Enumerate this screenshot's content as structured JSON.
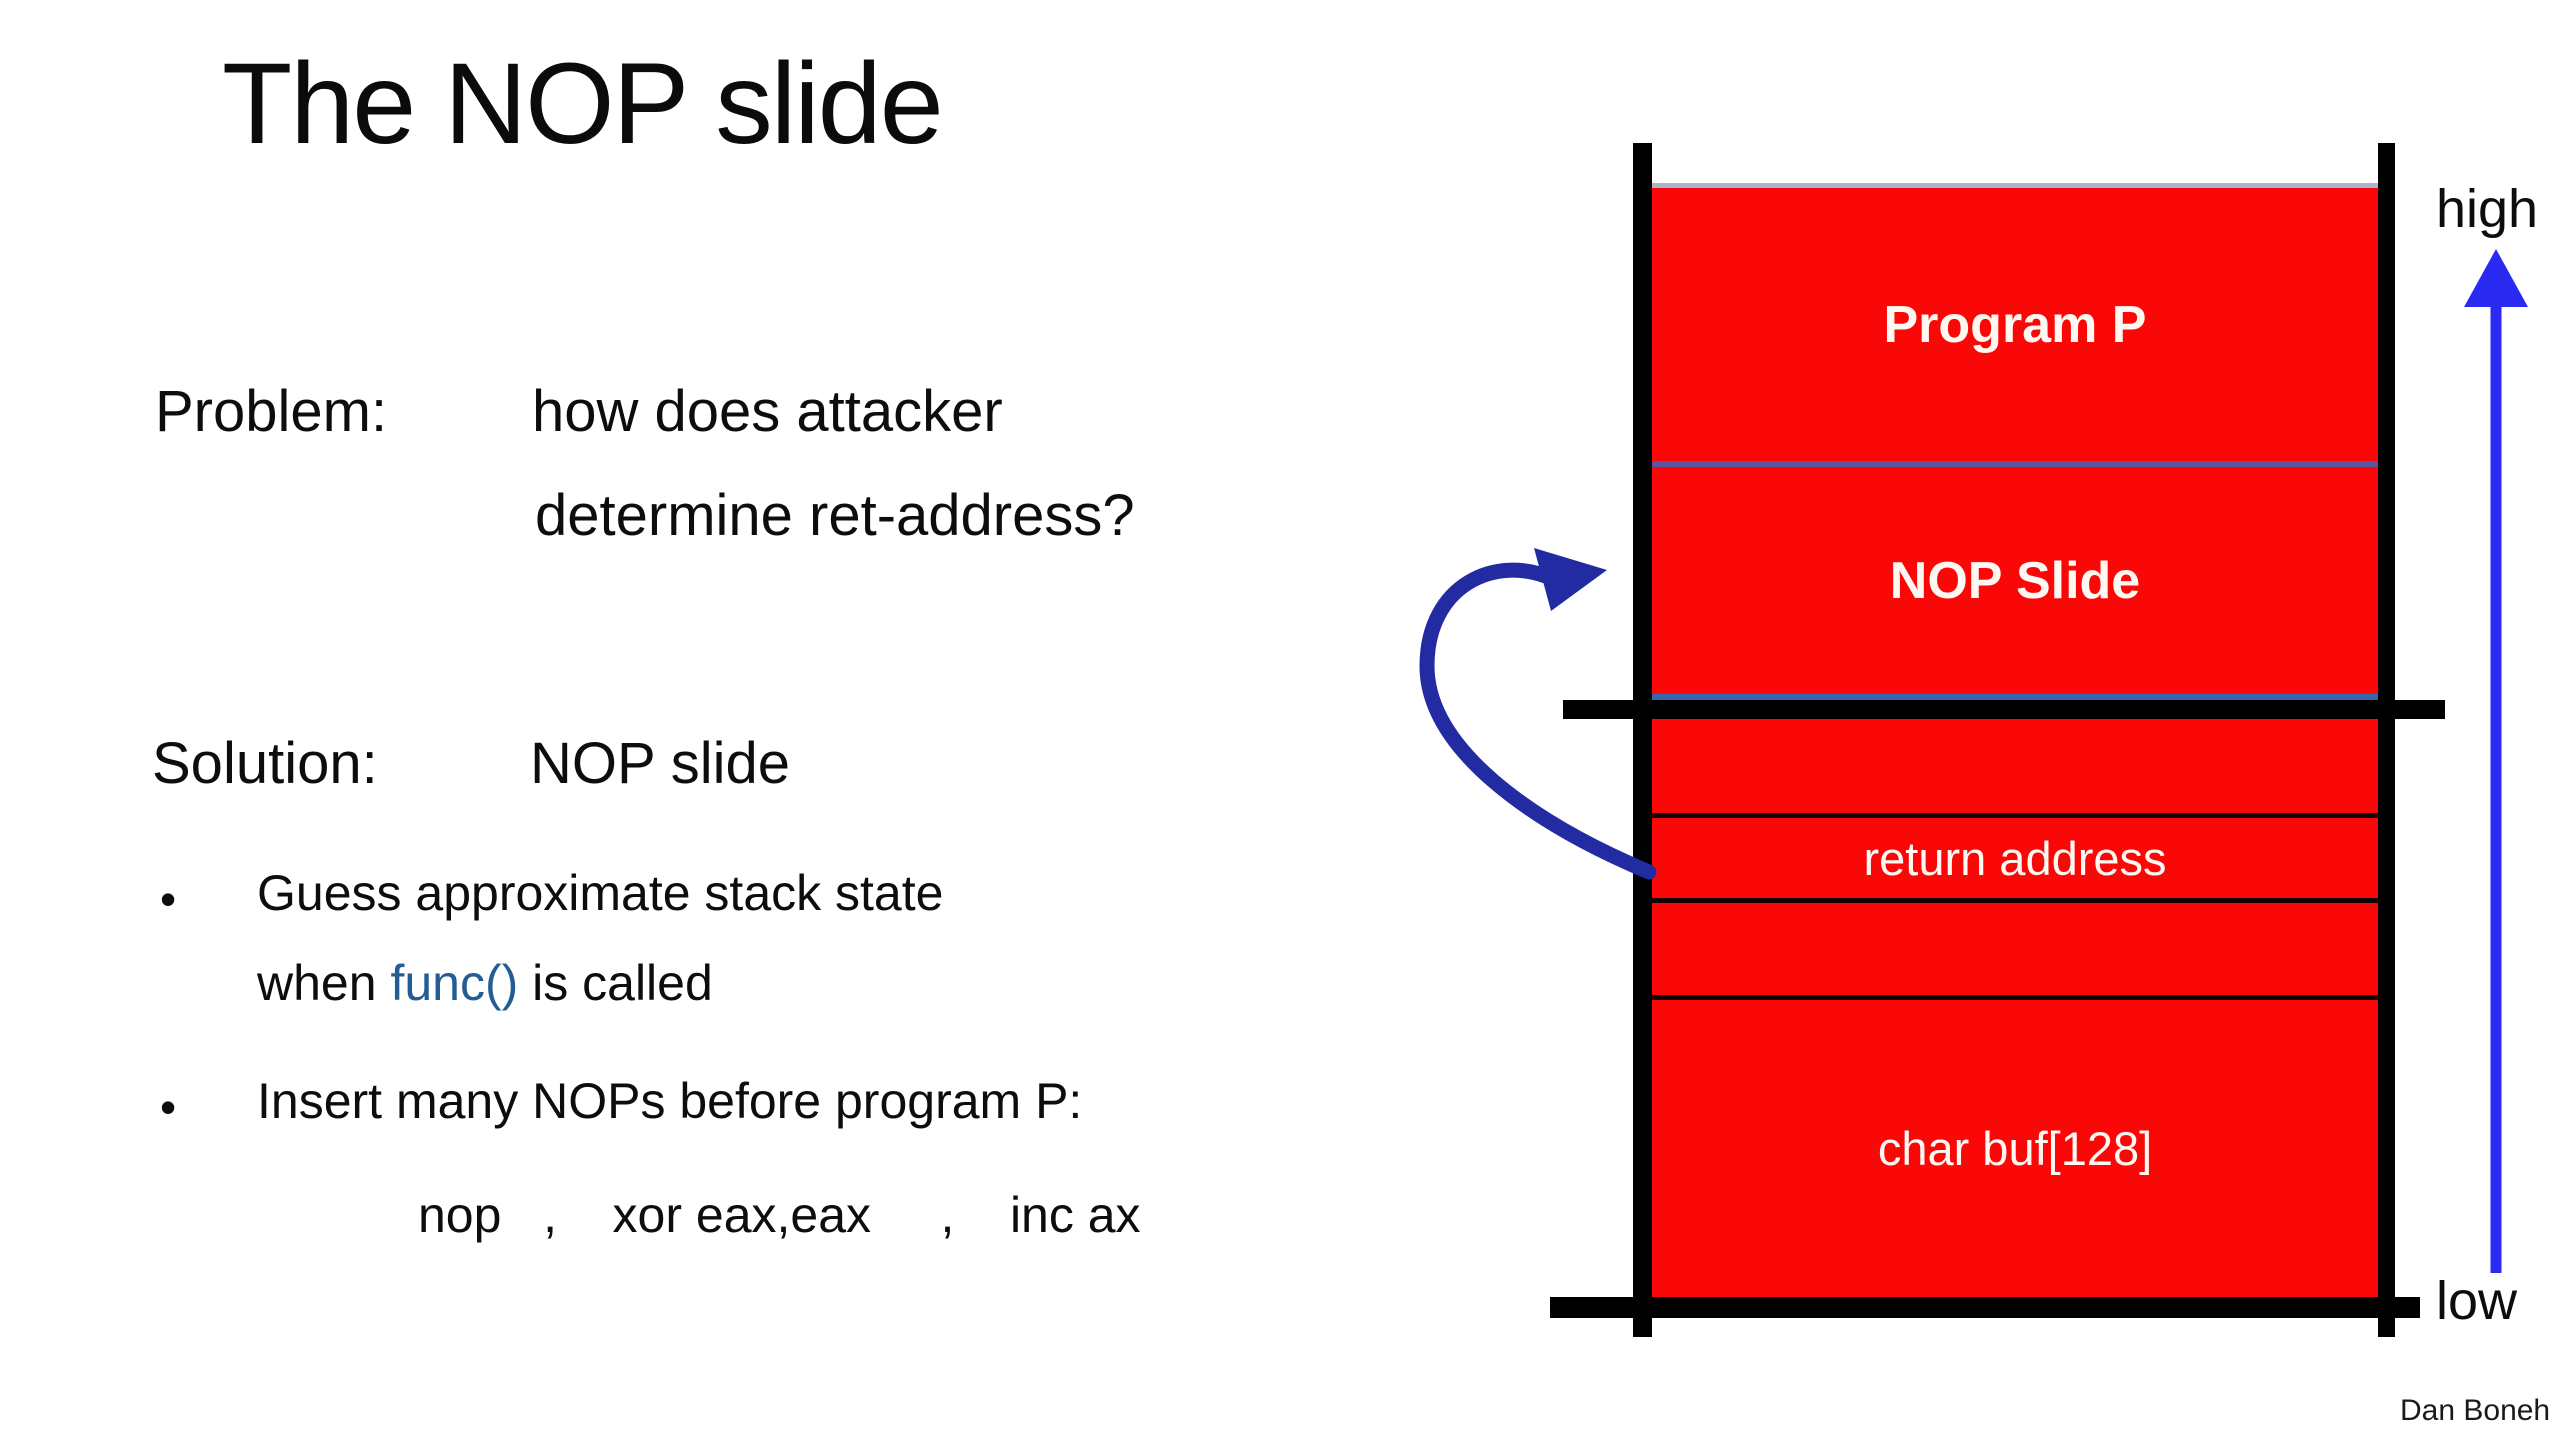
{
  "slide": {
    "title": "The NOP slide",
    "problem": {
      "label": "Problem:",
      "line1": "how does attacker",
      "line2": "determine ret-address?"
    },
    "solution": {
      "label": "Solution:",
      "text": "NOP slide"
    },
    "bullets": [
      {
        "marker": "•",
        "line1": "Guess approximate stack state",
        "line2_prefix": "when ",
        "line2_code": "func()",
        "line2_suffix": " is called"
      },
      {
        "marker": "•",
        "line1": "Insert many NOPs before program P:"
      }
    ],
    "instructions": "nop   ,    xor eax,eax     ,    inc ax",
    "credit": "Dan Boneh"
  },
  "diagram": {
    "cells": {
      "program": "Program P",
      "nop_slide": "NOP Slide",
      "return_address": "return address",
      "char_buf": "char buf[128]"
    },
    "labels": {
      "high": "high",
      "low": "low"
    },
    "colors": {
      "stack_fill": "#fa0808",
      "frame_bar": "#000000",
      "divider_purple": "#5a559e",
      "divider_blue": "#3a64ad",
      "top_edge": "#a9b6ce",
      "curved_arrow": "#232ba3",
      "axis_arrow": "#2a2af2",
      "func_text": "#245d94"
    }
  }
}
